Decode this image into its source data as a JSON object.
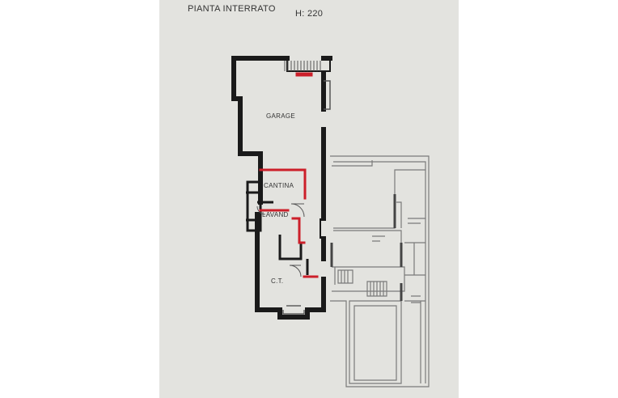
{
  "header": {
    "title": "PIANTA  INTERRATO",
    "height": "H: 220"
  },
  "rooms": {
    "garage": "GARAGE",
    "cantina": "CANTINA",
    "lavand": "LAVAND",
    "ct": "C.T."
  },
  "colors": {
    "paper": "#e3e3df",
    "wall": "#1a1a1a",
    "wall_new": "#cc1f2a",
    "thin_line": "#777777"
  }
}
